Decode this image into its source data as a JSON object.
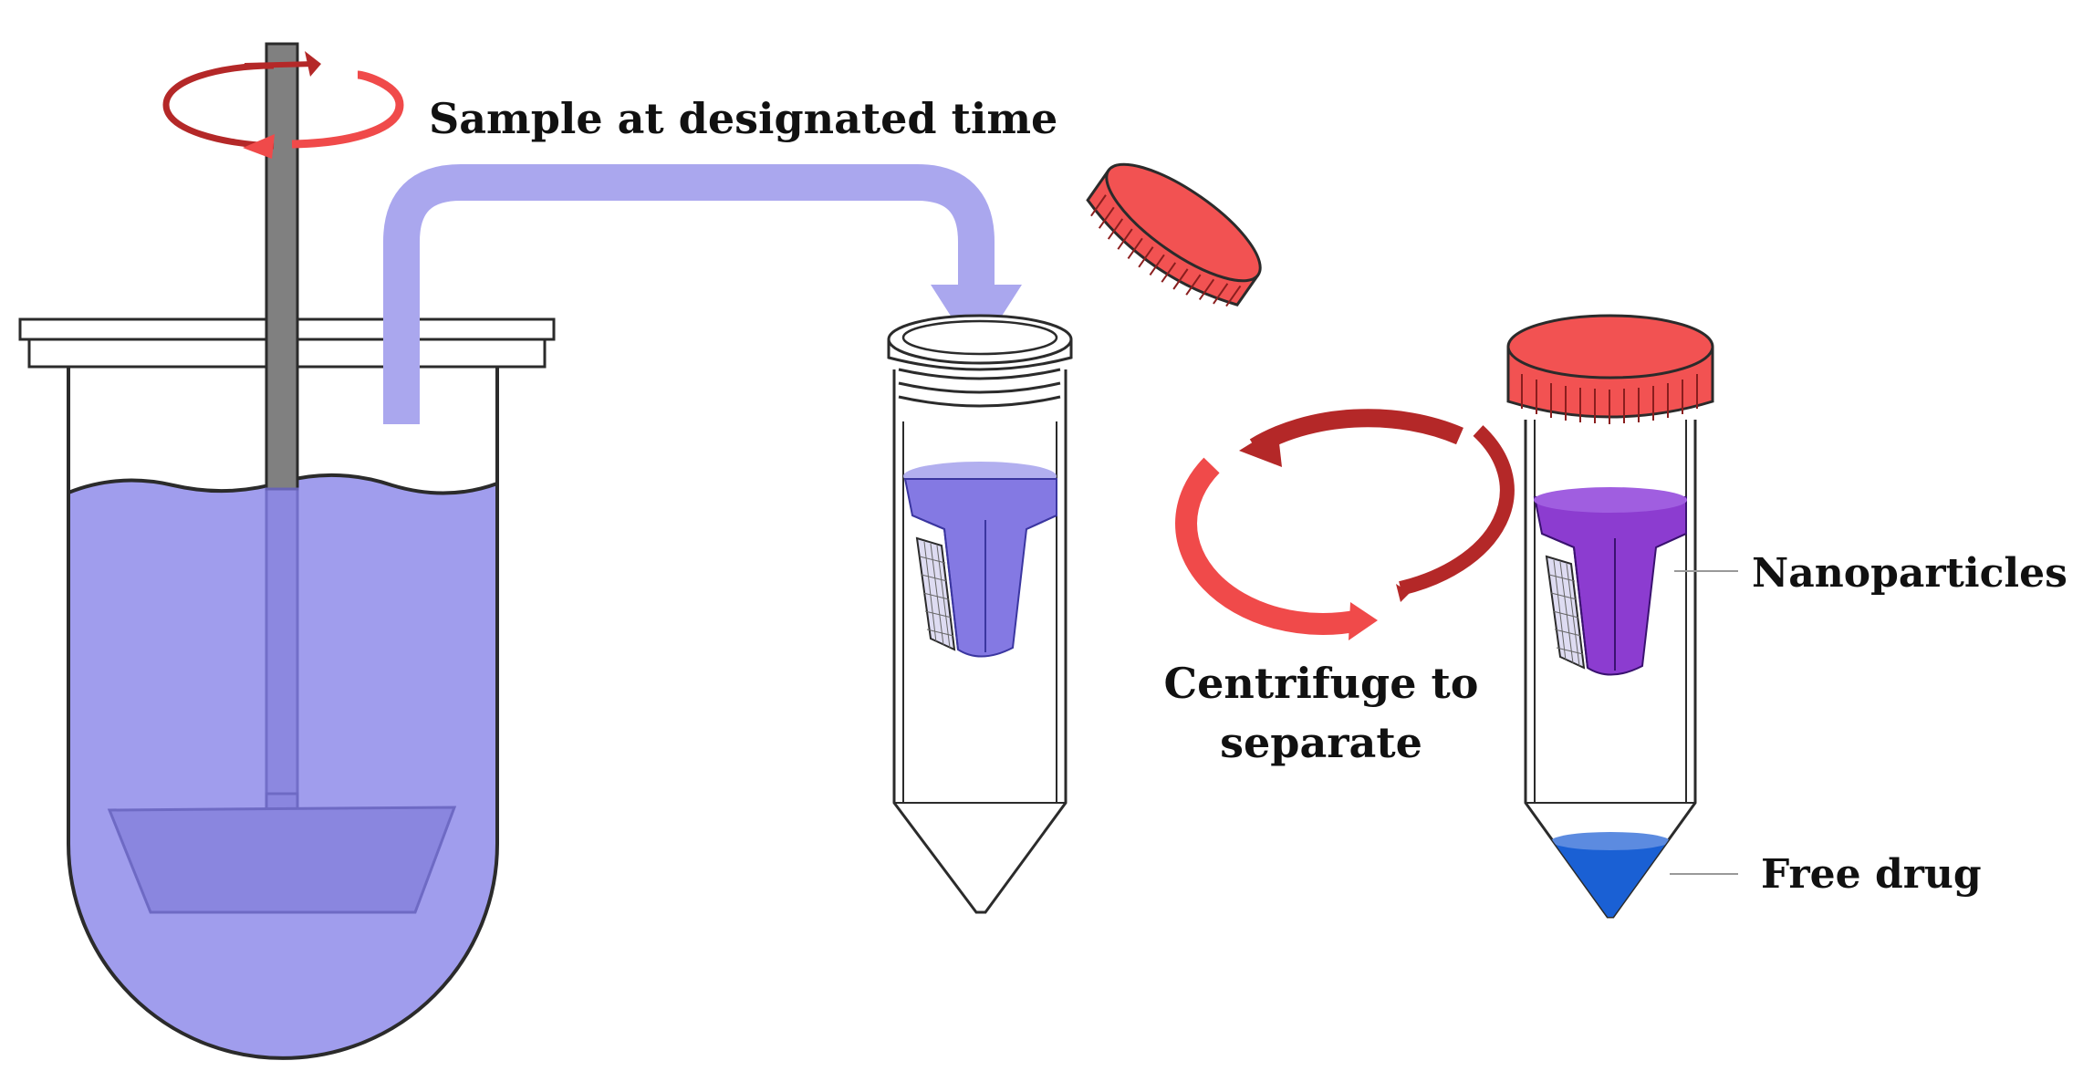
{
  "labels": {
    "sample": "Sample at designated time",
    "centrifuge_line1": "Centrifuge to",
    "centrifuge_line2": "separate",
    "nanoparticles": "Nanoparticles",
    "free_drug": "Free drug"
  },
  "colors": {
    "liquid": "#a09ded",
    "liquid_dark": "#8a86df",
    "flow_arrow": "#aaa7ee",
    "shaft": "#808080",
    "cap_red": "#f25252",
    "cap_red_dark": "#c93a3a",
    "rotation_arrow_light": "#f04a4a",
    "rotation_arrow_dark": "#b42828",
    "filter_blue": "#8479e3",
    "filter_purple": "#8c3cd0",
    "free_drug_blue": "#1a60d4",
    "outline": "#2b2b2b"
  },
  "icons": [
    "stirred-vessel",
    "stirrer-rotation-arrow",
    "sampling-arrow",
    "tube-cap",
    "centrifuge-rotation-arrow"
  ]
}
